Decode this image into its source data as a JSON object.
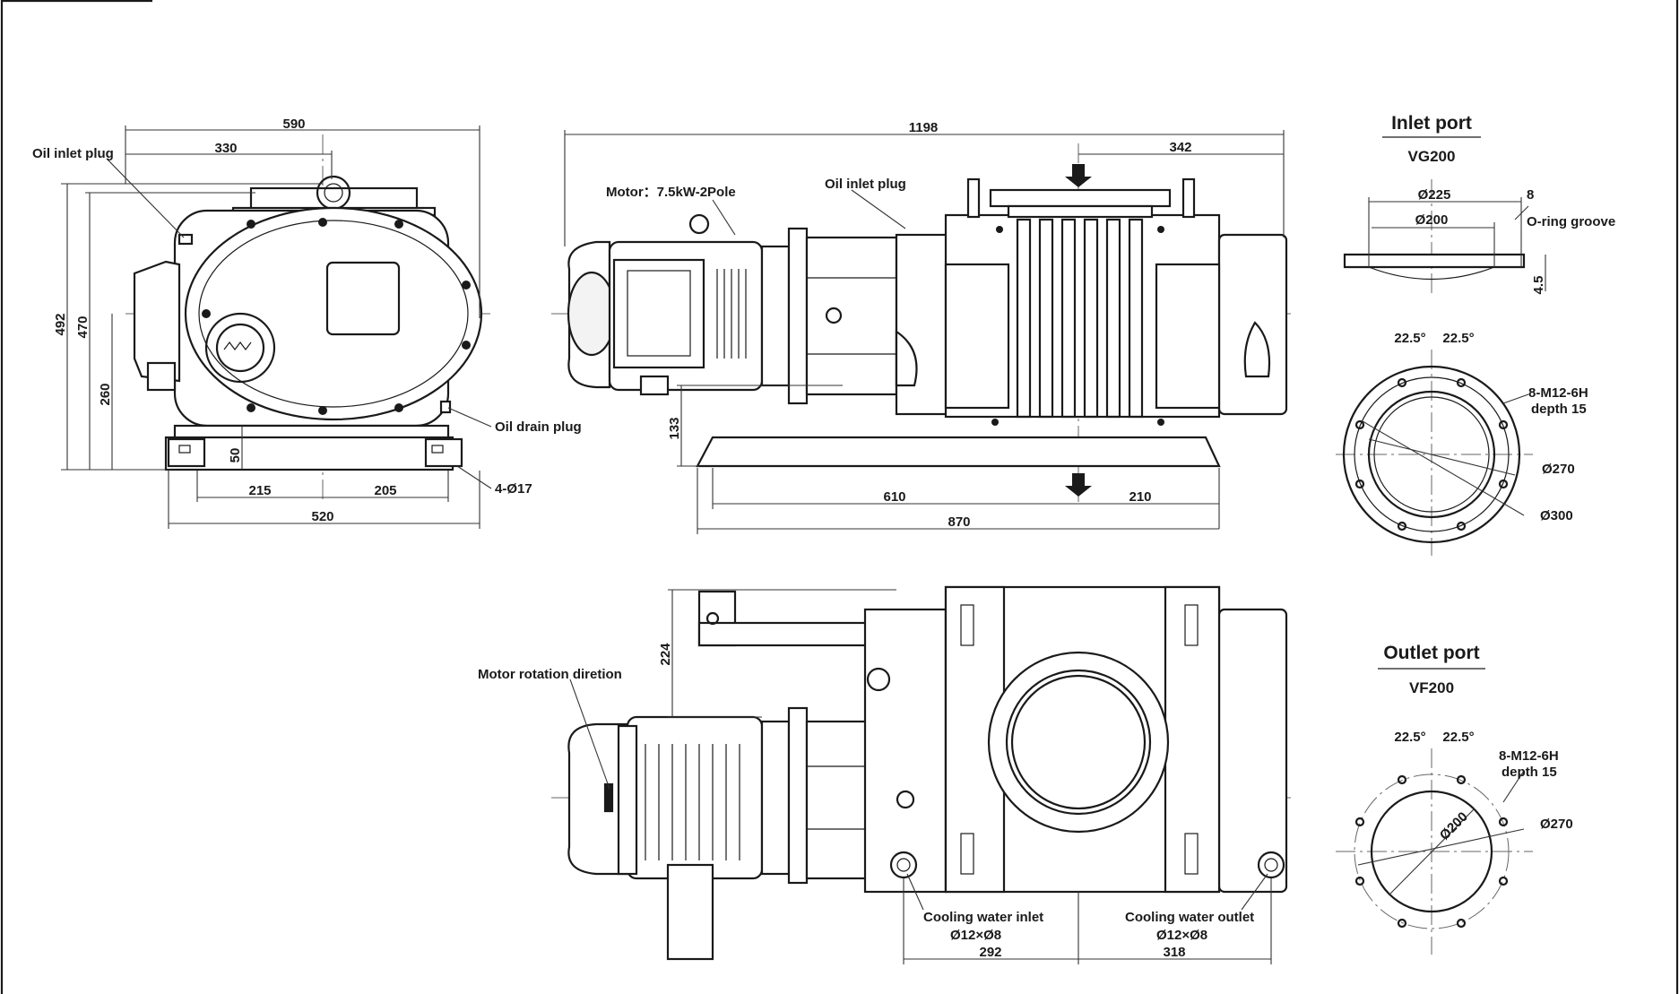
{
  "labels": {
    "oil_inlet_plug_side": "Oil inlet plug",
    "oil_drain_plug": "Oil drain plug",
    "feet_holes": "4-Ø17",
    "motor": "Motor：7.5kW-2Pole",
    "oil_inlet_plug_front": "Oil inlet plug",
    "motor_rotation": "Motor rotation diretion",
    "cooling_water_inlet": "Cooling water inlet",
    "cooling_water_inlet_size": "Ø12×Ø8",
    "cooling_water_outlet": "Cooling water outlet",
    "cooling_water_outlet_size": "Ø12×Ø8"
  },
  "side_view_dims": {
    "d590": "590",
    "d330": "330",
    "d492": "492",
    "d470": "470",
    "d260": "260",
    "d50": "50",
    "d215": "215",
    "d205": "205",
    "d520": "520"
  },
  "front_view_dims": {
    "d1198": "1198",
    "d342": "342",
    "d133": "133",
    "d610": "610",
    "d210": "210",
    "d870": "870"
  },
  "top_view_dims": {
    "d224": "224",
    "d292": "292",
    "d318": "318"
  },
  "inlet_port": {
    "title": "Inlet port",
    "standard": "VG200",
    "d225": "Ø225",
    "d200": "Ø200",
    "d8": "8",
    "oring": "O-ring groove",
    "d4_5": "4.5",
    "angle1": "22.5°",
    "angle2": "22.5°",
    "bolts": "8-M12-6H",
    "depth": "depth 15",
    "d270": "Ø270",
    "d300": "Ø300"
  },
  "outlet_port": {
    "title": "Outlet port",
    "standard": "VF200",
    "angle1": "22.5°",
    "angle2": "22.5°",
    "bolts": "8-M12-6H",
    "depth": "depth 15",
    "d270": "Ø270",
    "d200": "Ø200"
  }
}
